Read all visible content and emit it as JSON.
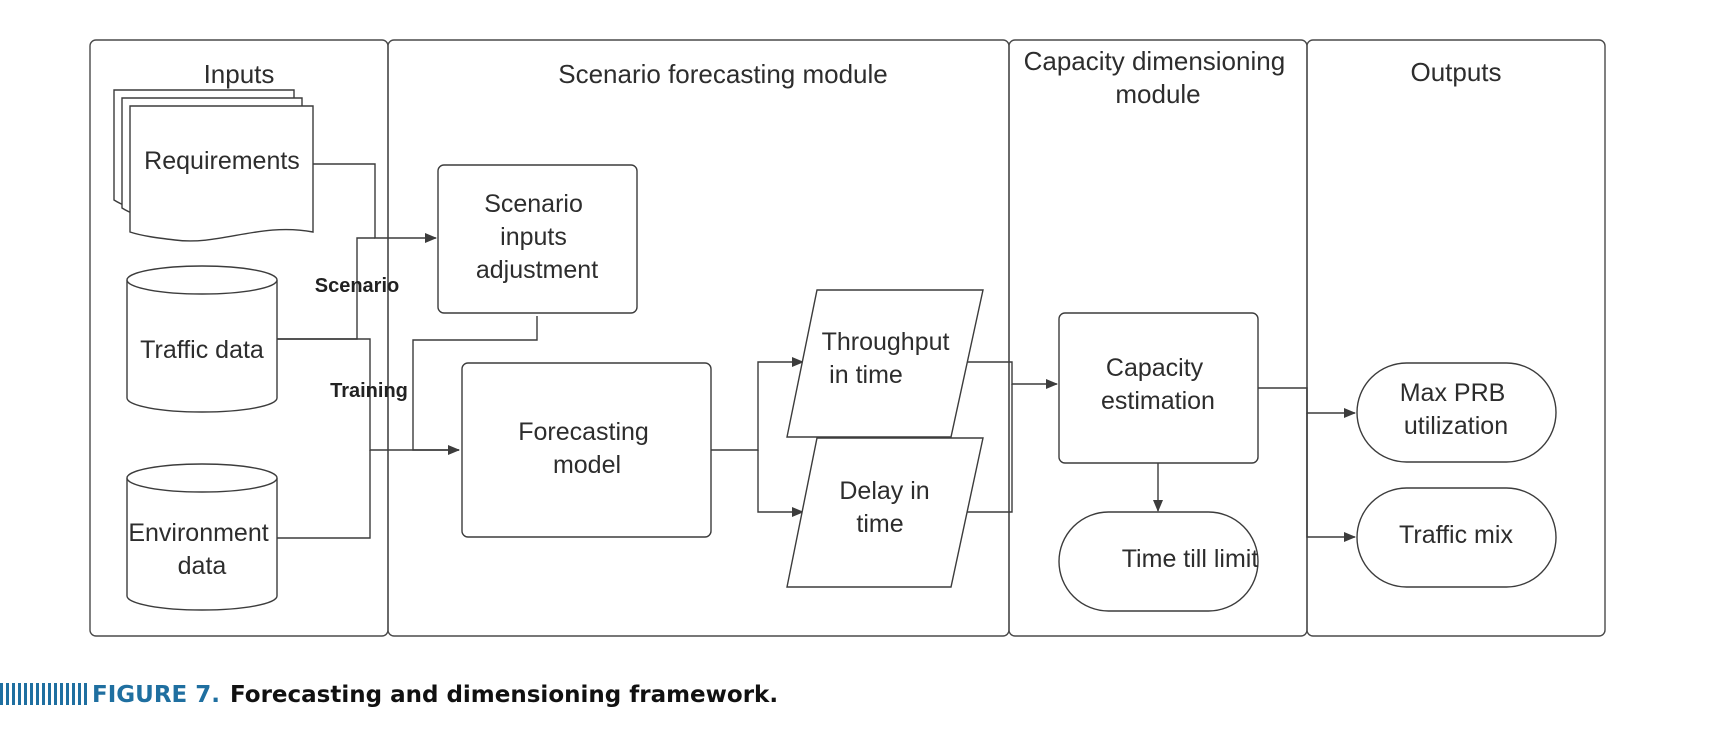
{
  "panels": {
    "inputs": "Inputs",
    "scenario_forecasting": "Scenario forecasting module",
    "capacity_dimensioning": [
      "Capacity dimensioning",
      "module"
    ],
    "outputs": "Outputs"
  },
  "nodes": {
    "requirements": [
      "Requirements"
    ],
    "traffic_data": [
      "Traffic data"
    ],
    "environment_data": [
      "Environment",
      "data"
    ],
    "scenario_inputs_adjustment": [
      "Scenario",
      "inputs",
      "adjustment"
    ],
    "forecasting_model": [
      "Forecasting",
      "model"
    ],
    "throughput_in_time": [
      "Throughput",
      "in time"
    ],
    "delay_in_time": [
      "Delay in",
      "time"
    ],
    "capacity_estimation": [
      "Capacity",
      "estimation"
    ],
    "time_till_limit": [
      "Time till limit"
    ],
    "max_prb_utilization": [
      "Max PRB",
      "utilization"
    ],
    "traffic_mix": [
      "Traffic mix"
    ]
  },
  "edge_labels": {
    "scenario": "Scenario",
    "training": "Training"
  },
  "caption": {
    "figure_label": "FIGURE 7.",
    "text": "Forecasting and dimensioning framework."
  }
}
